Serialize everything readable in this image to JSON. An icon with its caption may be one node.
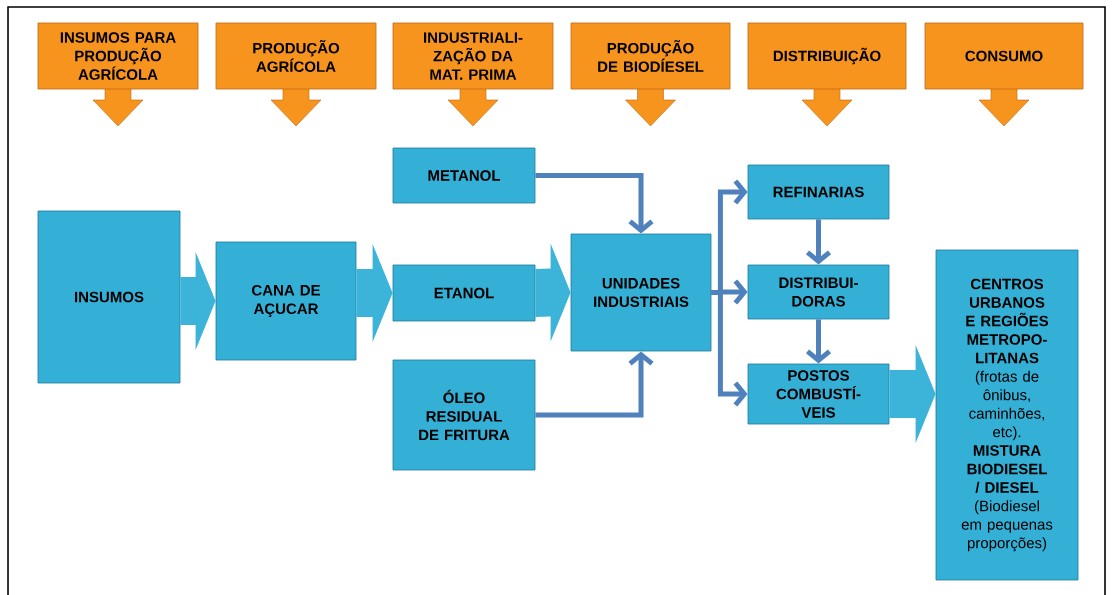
{
  "diagram": {
    "nodes": [
      {
        "text": [
          "INSUMOS PARA PRODUÇÃO AGRÍCOLA"
        ]
      },
      {
        "text": [
          "PRODUÇÃO AGRÍCOLA"
        ]
      },
      {
        "text": [
          "INDUSTRIALI- ZAÇÃO DA MAT. PRIMA"
        ]
      },
      {
        "text": [
          "PRODUÇÃO DE BIODÍESEL"
        ]
      },
      {
        "text": [
          "DISTRIBUIÇÃO"
        ]
      },
      {
        "text": [
          "CONSUMO"
        ]
      },
      {
        "text": [
          "INSUMOS"
        ]
      },
      {
        "text": [
          "CANA DE AÇUCAR"
        ]
      },
      {
        "text": [
          "METANOL"
        ]
      },
      {
        "text": [
          "ETANOL"
        ]
      },
      {
        "text": [
          "ÓLEO RESIDUAL DE FRITURA"
        ]
      },
      {
        "text": [
          "UNIDADES INDUSTRIAIS"
        ]
      },
      {
        "text": [
          "REFINARIAS"
        ]
      },
      {
        "text": [
          "DISTRIBUI- DORAS"
        ]
      },
      {
        "text": [
          "POSTOS COMBUSTÍ- VEIS"
        ]
      },
      {
        "text": [
          "CENTROS URBANOS E REGIÕES METROPO- LITANAS",
          "(frotas de ônibus, caminhões, etc).",
          "MISTURA BIODIESEL / DIESEL",
          "(Biodiesel em pequenas proporções)"
        ]
      }
    ],
    "edges": [
      {
        "from": 6,
        "to": 7,
        "arrow": "to",
        "style": "thick",
        "color": "#3cb4da"
      },
      {
        "from": 7,
        "to": 9,
        "arrow": "to",
        "style": "thick",
        "color": "#3cb4da"
      },
      {
        "from": 9,
        "to": 11,
        "arrow": "to",
        "style": "thick",
        "color": "#3cb4da"
      },
      {
        "from": 8,
        "to": 11,
        "arrow": "to"
      },
      {
        "from": 10,
        "to": 11,
        "arrow": "to"
      },
      {
        "from": 11,
        "to": 12,
        "arrow": "to"
      },
      {
        "from": 11,
        "to": 13,
        "arrow": "to"
      },
      {
        "from": 11,
        "to": 14,
        "arrow": "to"
      },
      {
        "from": 12,
        "to": 13,
        "arrow": "to"
      },
      {
        "from": 13,
        "to": 14,
        "arrow": "to"
      },
      {
        "from": 14,
        "to": 15,
        "arrow": "to",
        "style": "thick",
        "color": "#3cb4da"
      }
    ]
  }
}
